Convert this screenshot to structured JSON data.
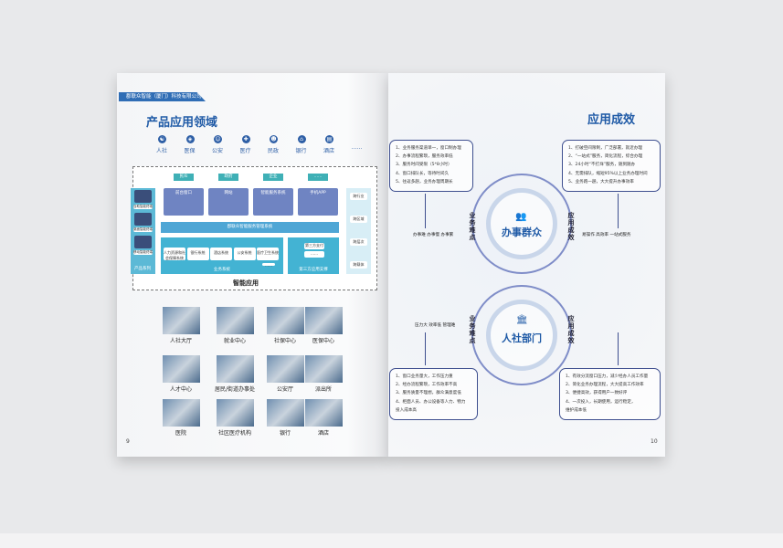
{
  "left_page": {
    "company": "郡联众智能（厦门）科技有限公司",
    "title": "产品应用领域",
    "domains": [
      "人社",
      "医保",
      "公安",
      "医疗",
      "民政",
      "银行",
      "酒店",
      "……"
    ],
    "diagram": {
      "top_tags": [
        "民众",
        "政府",
        "企业",
        "……"
      ],
      "channels": [
        "前台窗口",
        "网站",
        "智能服务系统",
        "手机APP"
      ],
      "products_label": "产品系列",
      "products": [
        "自助智能终端",
        "桌面智能终端",
        "移动智能终端"
      ],
      "platform": "郡联众智能服务管理系统",
      "business": [
        "人力资源和社会保障系统",
        "银行系统",
        "酒店系统",
        "公安系统",
        "医疗卫生系统",
        "……"
      ],
      "business_label": "业务系统",
      "third_party": [
        "第三方支付",
        "……"
      ],
      "third_party_label": "第三方应用支撑",
      "right_tags": [
        "跨行业",
        "跨区域",
        "跨层次",
        "跨载体"
      ],
      "caption": "智能应用"
    },
    "photos": [
      "人社大厅",
      "就业中心",
      "社保中心",
      "医保中心",
      "人才中心",
      "居民/街道办事处",
      "公安厅",
      "派出所",
      "医院",
      "社区医疗机构",
      "银行",
      "酒店"
    ],
    "page_number": "9"
  },
  "right_page": {
    "title": "应用成效",
    "circle1": {
      "name": "办事群众",
      "left_label": "业务难点",
      "right_label": "应用成效",
      "pain_points": "办事难  办事慢  办事繁",
      "benefits": "易操作  高效率  一站式服务",
      "problems": [
        "1、业务服务渠道单一，窗口制办理",
        "2、办事流程繁琐，服务效率低",
        "3、服务时间受限（5*8小时）",
        "4、窗口排队长，等待时间久",
        "5、往返多趟，业务办理周期长"
      ],
      "results": [
        "1、打破空间限制，广泛部署，就近办理",
        "2、“一站式”服务，简化流程，综合办理",
        "3、24小时“不打烊”服务，随到随办",
        "4、无需排队，缩短95%以上业务办理时间",
        "5、业务跑一趟，大大提升办事效率"
      ]
    },
    "circle2": {
      "name": "人社部门",
      "left_label": "业务难点",
      "right_label": "应用成效",
      "pain_points": "压力大  效率低  管理难",
      "problems": [
        "1、窗口业务量大，工作压力重",
        "2、经办流程繁琐，工作效率不高",
        "3、服务质量不理想，群众满意度低",
        "4、柜面人员、办公设备等人力、物力",
        "投入成本高"
      ],
      "results": [
        "1、有效分流窗口压力，减少经办人员工作量",
        "2、简化业务办理流程，大大提高工作效率",
        "3、便捷高效，获得用户一致好评",
        "4、一次投入，长期使用，运行稳定，",
        "维护成本低"
      ]
    },
    "page_number": "10"
  }
}
